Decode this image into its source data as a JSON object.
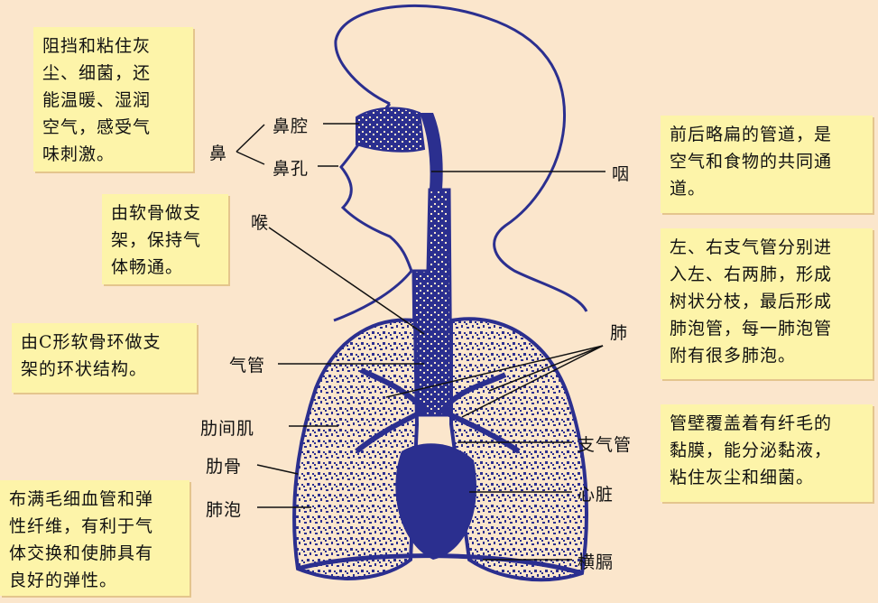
{
  "colors": {
    "background": "#fbe6cc",
    "note_background": "#fdf4a9",
    "illustration": "#2b2f8f"
  },
  "labels": {
    "nose": "鼻",
    "nasal_cavity": "鼻腔",
    "nostril": "鼻孔",
    "pharynx": "咽",
    "larynx": "喉",
    "lung": "肺",
    "trachea": "气管",
    "intercostal_muscle": "肋间肌",
    "bronchus": "支气管",
    "rib": "肋骨",
    "heart": "心脏",
    "alveolus": "肺泡",
    "diaphragm": "横膈"
  },
  "notes": {
    "nose": "阻挡和粘住灰\n尘、细菌，还\n能温暖、湿润\n空气，感受气\n味刺激。",
    "larynx": "由软骨做支\n架，保持气\n体畅通。",
    "trachea": "由C形软骨环做支\n架的环状结构。",
    "alveolus": "布满毛细血管和弹\n性纤维，有利于气\n体交换和使肺具有\n良好的弹性。",
    "pharynx": "前后略扁的管道，是\n空气和食物的共同通\n道。",
    "bronchus_lung": "左、右支气管分别进\n入左、右两肺，形成\n树状分枝，最后形成\n肺泡管，每一肺泡管\n附有很多肺泡。",
    "bronchus_wall": "管壁覆盖着有纤毛的\n黏膜，能分泌黏液，\n粘住灰尘和细菌。"
  }
}
